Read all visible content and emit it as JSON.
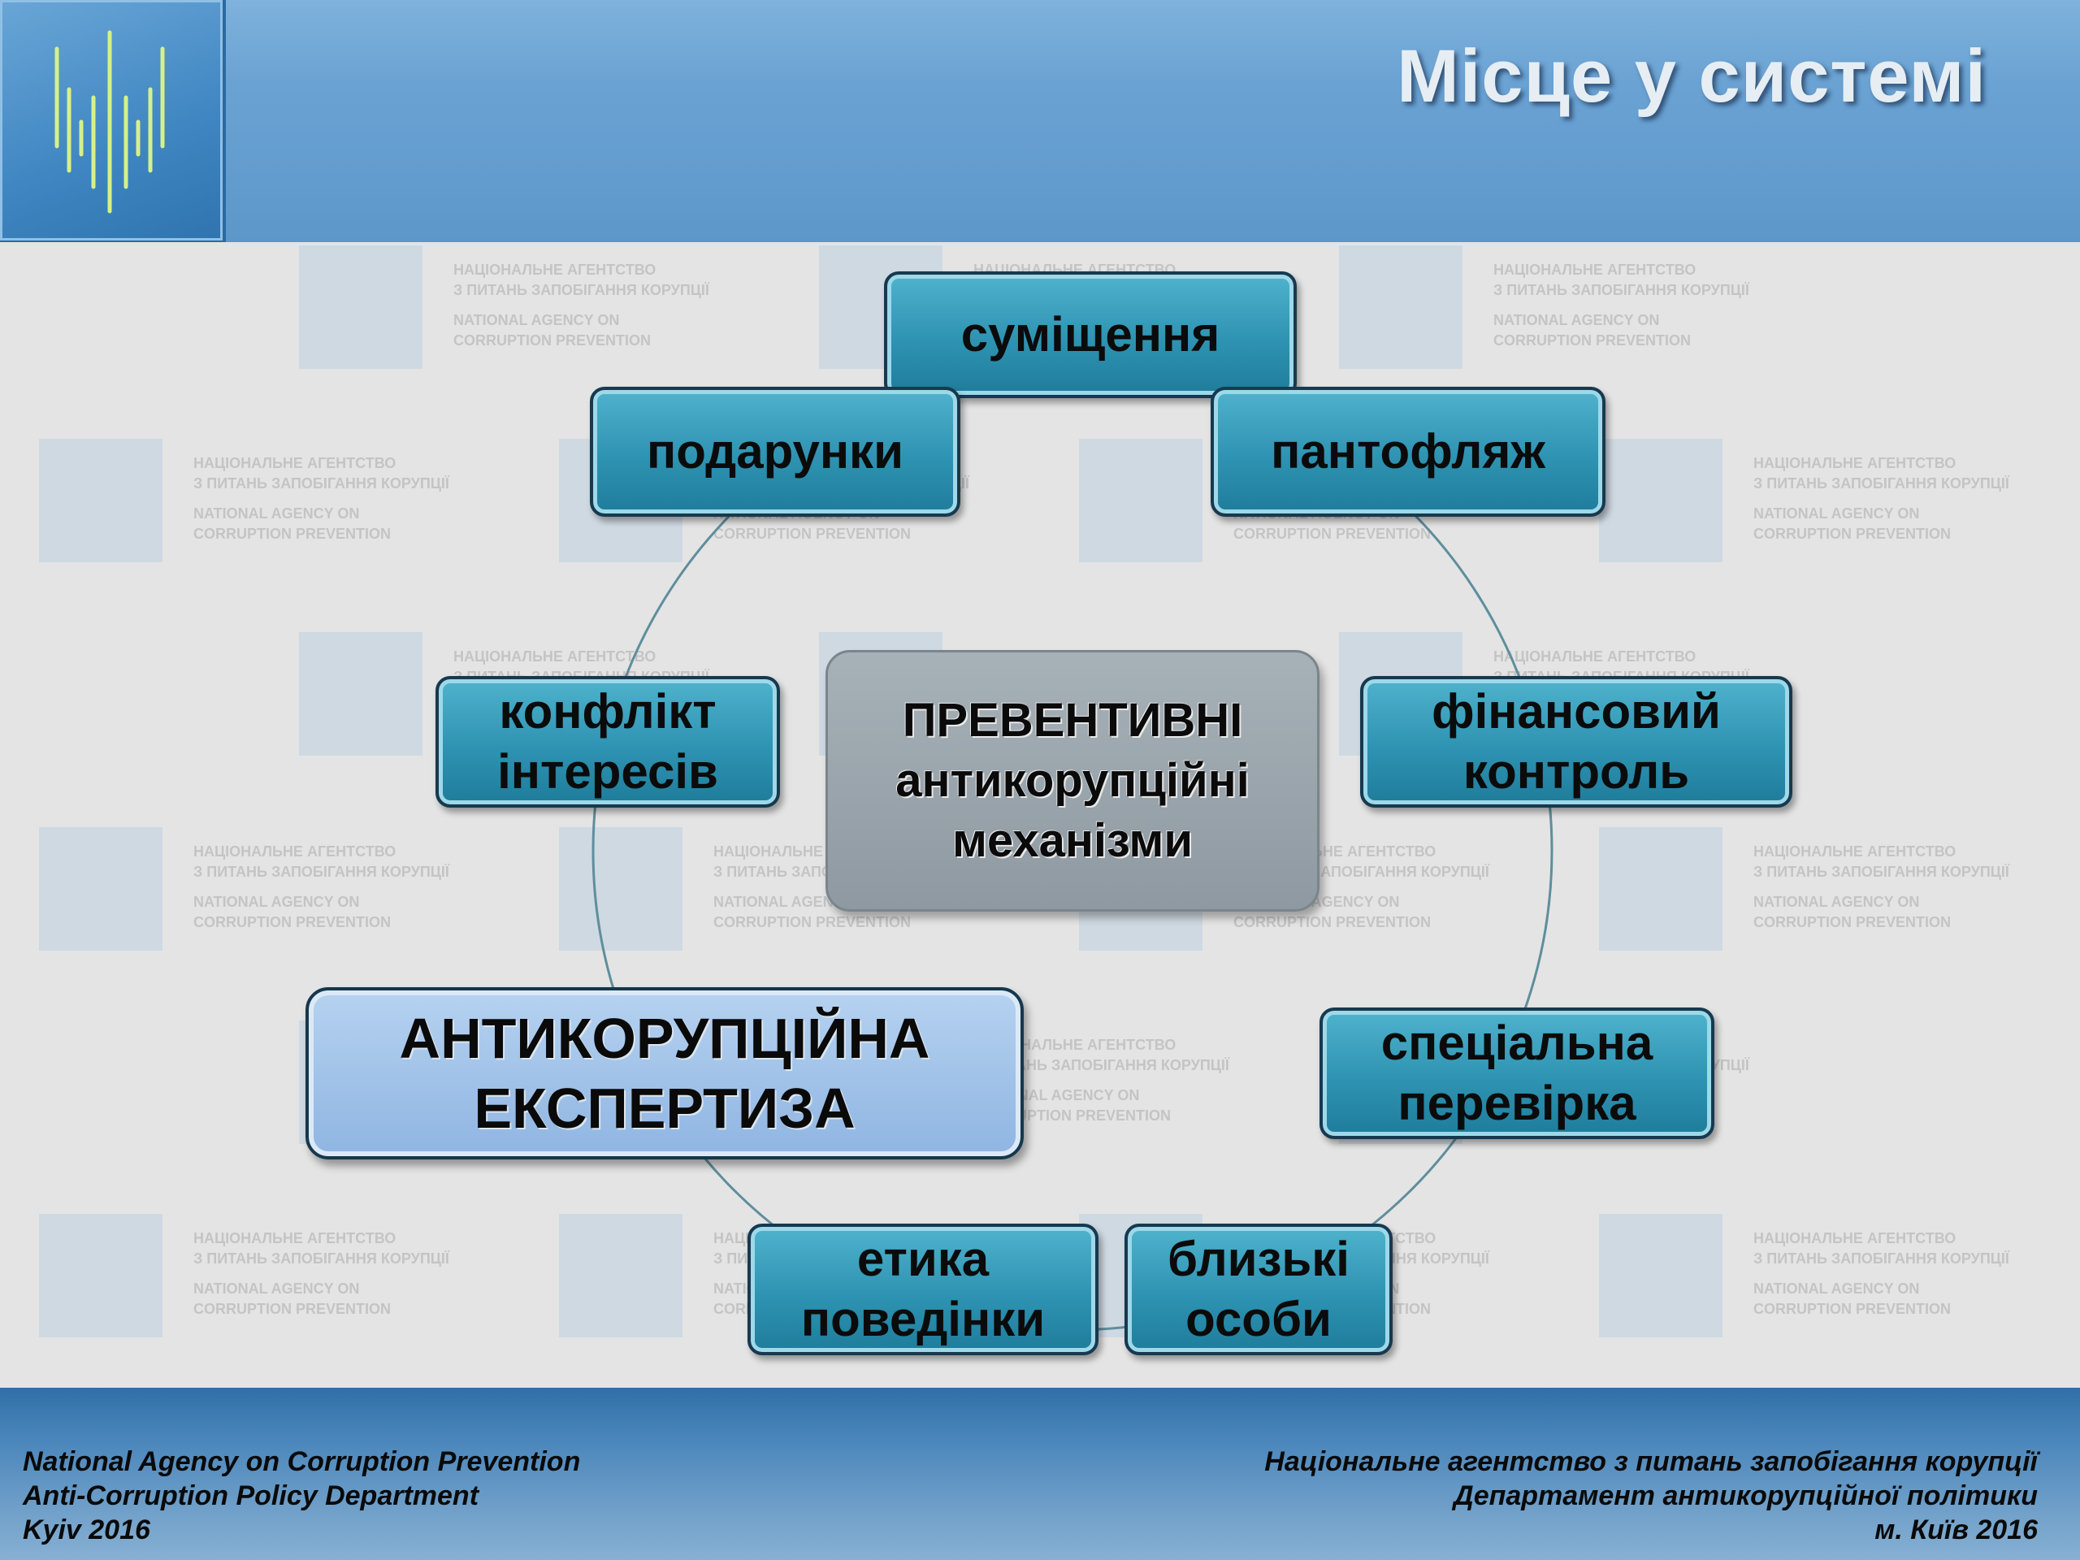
{
  "header": {
    "title": "Місце у системі"
  },
  "watermark": {
    "line1": "НАЦІОНАЛЬНЕ АГЕНТСТВО",
    "line2": "З ПИТАНЬ ЗАПОБІГАННЯ КОРУПЦІЇ",
    "line3": "NATIONAL AGENCY ON",
    "line4": "CORRUPTION PREVENTION"
  },
  "diagram": {
    "center_line1": "ПРЕВЕНТИВНІ",
    "center_line2": "антикорупційні",
    "center_line3": "механізми",
    "expertise_line1": "АНТИКОРУПЦІЙНА",
    "expertise_line2": "ЕКСПЕРТИЗА",
    "nodes": {
      "sumishchennia": "суміщення",
      "podarunky": "подарунки",
      "pantofliazh": "пантофляж",
      "konflikt_1": "конфлікт",
      "konflikt_2": "інтересів",
      "finansovyi_1": "фінансовий",
      "finansovyi_2": "контроль",
      "spetsialna_1": "спеціальна",
      "spetsialna_2": "перевірка",
      "etyka_1": "етика",
      "etyka_2": "поведінки",
      "blyzki_1": "близькі",
      "blyzki_2": "особи"
    }
  },
  "footer": {
    "left_line1": "National Agency on Corruption Prevention",
    "left_line2": "Anti-Corruption Policy Department",
    "left_line3": "Kyiv 2016",
    "right_line1": "Національне агентство з питань запобігання корупції",
    "right_line2": "Департамент антикорупційної політики",
    "right_line3": "м. Київ 2016"
  },
  "colors": {
    "header_blue": "#5d97ca",
    "node_teal": "#2e93b2",
    "expertise_blue": "#8fb5e2",
    "center_gray": "#98a3aa"
  }
}
